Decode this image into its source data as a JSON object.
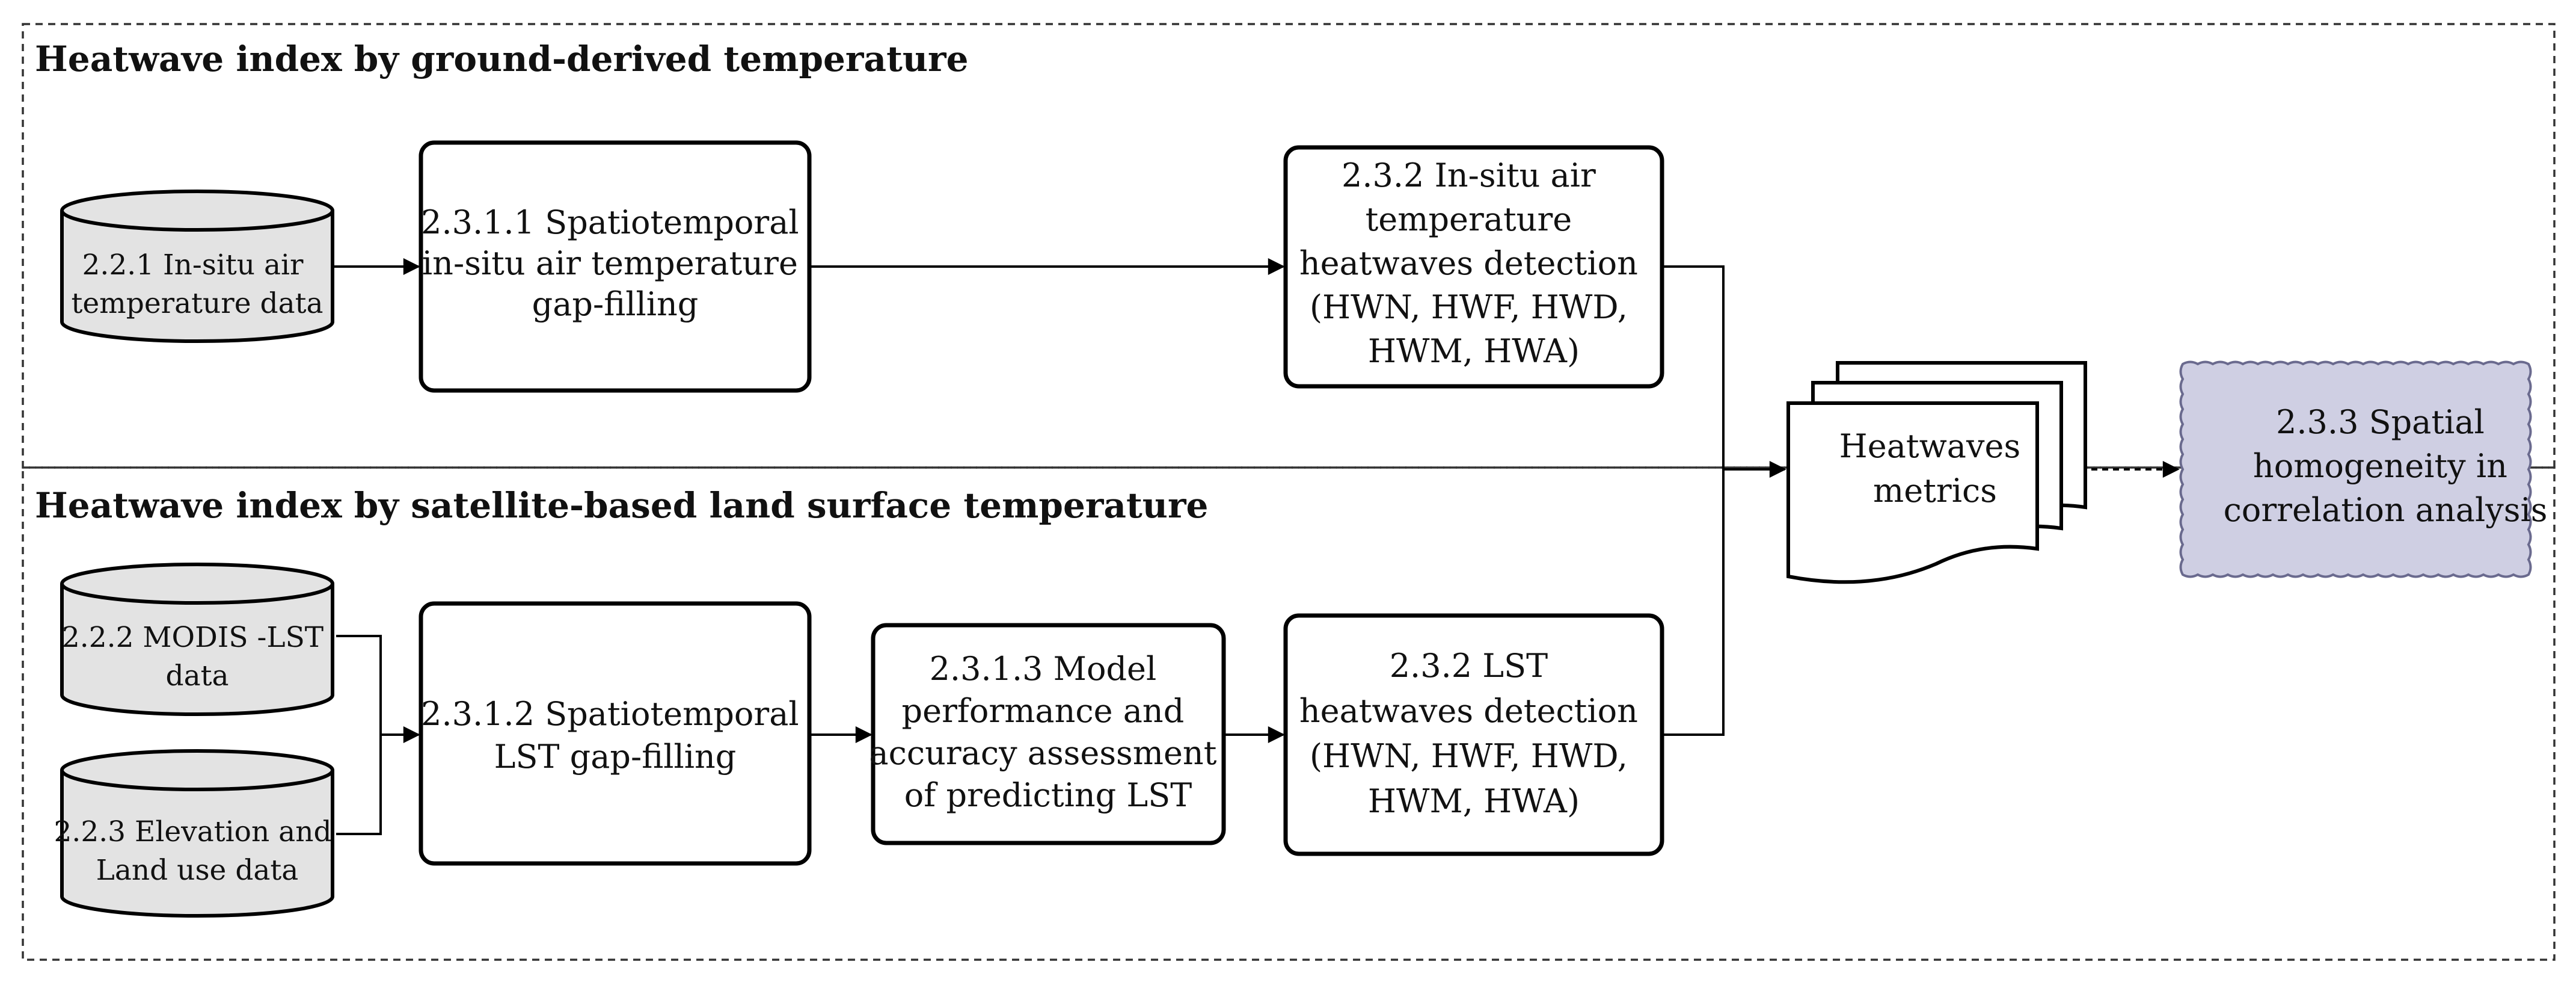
{
  "sections": {
    "ground": {
      "title": "Heatwave index by ground-derived temperature"
    },
    "satellite": {
      "title": "Heatwave index by satellite-based land surface temperature"
    }
  },
  "nodes": {
    "insitu_data": {
      "lines": [
        "2.2.1 In-situ air",
        "temperature data"
      ]
    },
    "modis_data": {
      "lines": [
        "2.2.2 MODIS -LST",
        "data"
      ]
    },
    "elevation_data": {
      "lines": [
        "2.2.3 Elevation and",
        "Land use data"
      ]
    },
    "gap_fill_air": {
      "lines": [
        "2.3.1.1 Spatiotemporal",
        "in-situ air temperature",
        "gap-filling"
      ]
    },
    "gap_fill_lst": {
      "lines": [
        "2.3.1.2 Spatiotemporal",
        "LST gap-filling"
      ]
    },
    "model_perf": {
      "lines": [
        "2.3.1.3 Model",
        "performance and",
        "accuracy assessment",
        "of predicting LST"
      ]
    },
    "detect_air": {
      "lines": [
        "2.3.2 In-situ air",
        "temperature",
        "heatwaves detection",
        "(HWN, HWF, HWD,",
        "HWM, HWA)"
      ]
    },
    "detect_lst": {
      "lines": [
        "2.3.2 LST",
        "heatwaves detection",
        "(HWN, HWF, HWD,",
        "HWM, HWA)"
      ]
    },
    "metrics": {
      "lines": [
        "Heatwaves",
        "metrics"
      ]
    },
    "spatial": {
      "lines": [
        "2.3.3 Spatial",
        "homogeneity in",
        "correlation analysis"
      ]
    }
  },
  "colors": {
    "database_fill": "#e3e3e3",
    "spatial_fill": "#cfcfe3",
    "spatial_stroke": "#6a6a8e",
    "frame": "#333333"
  }
}
